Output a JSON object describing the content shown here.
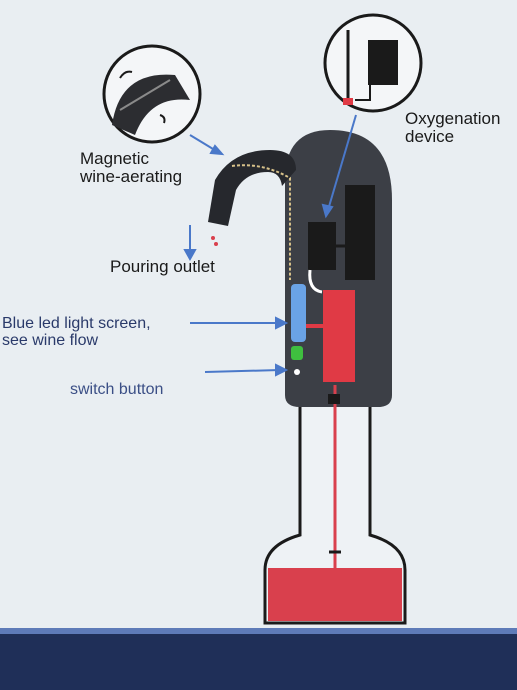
{
  "labels": {
    "magnetic_line1": "Magnetic",
    "magnetic_line2": "wine-aerating",
    "pouring": "Pouring outlet",
    "blue_line1": "Blue led light screen,",
    "blue_line2": "see wine flow",
    "switch": "switch button",
    "oxy_line1": "Oxygenation",
    "oxy_line2": "device"
  },
  "colors": {
    "background": "#e9eef2",
    "device_body": "#3c3f46",
    "wine": "#d9404d",
    "pump": "#e03a45",
    "led_screen": "#6aa3e6",
    "switch": "#3fbf3f",
    "arrow": "#4a78c9",
    "frame": "#1f2f58"
  }
}
